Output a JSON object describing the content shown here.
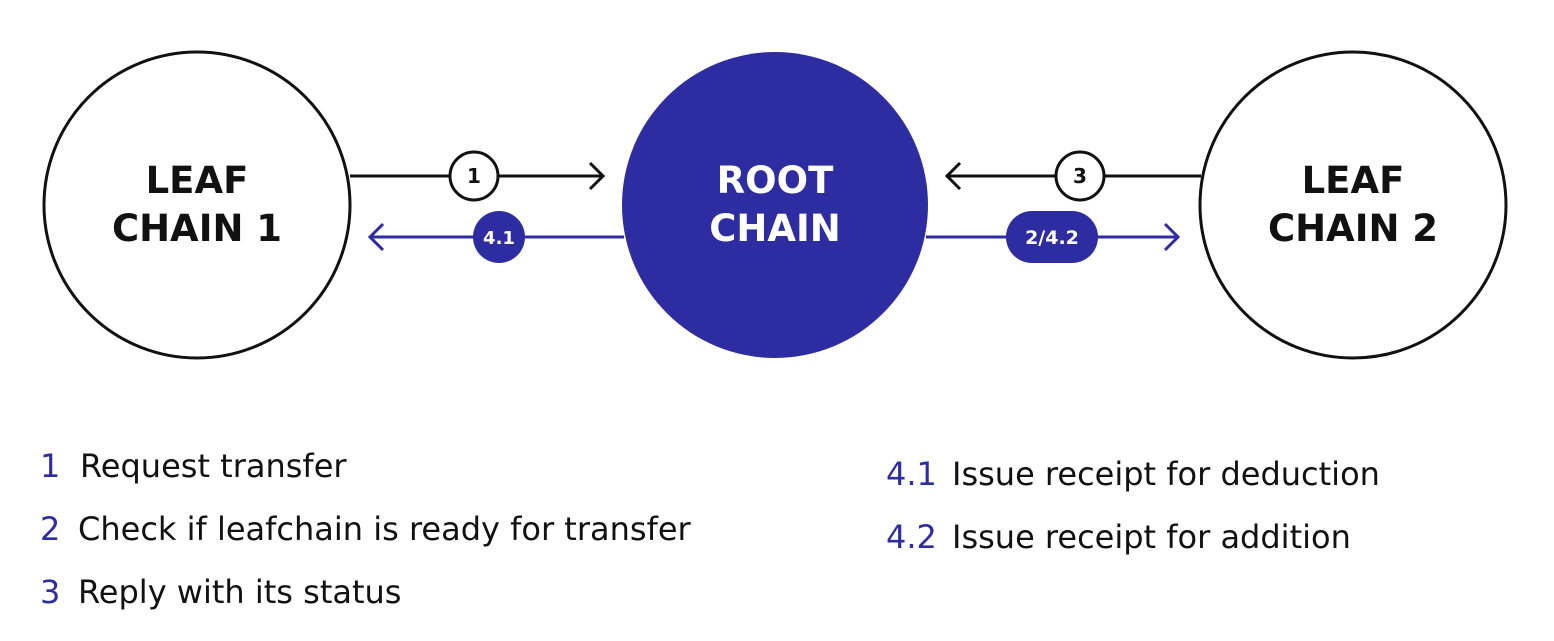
{
  "colors": {
    "accent": "#2e2ca1",
    "ink": "#111111",
    "background": "#ffffff"
  },
  "nodes": {
    "leaf1": {
      "line1": "LEAF",
      "line2": "CHAIN 1"
    },
    "root": {
      "line1": "ROOT",
      "line2": "CHAIN"
    },
    "leaf2": {
      "line1": "LEAF",
      "line2": "CHAIN 2"
    }
  },
  "badges": {
    "step1": "1",
    "step3": "3",
    "step41": "4.1",
    "step242": "2/4.2"
  },
  "legend": [
    {
      "num": "1",
      "text": "Request transfer"
    },
    {
      "num": "2",
      "text": "Check if leafchain is ready for transfer"
    },
    {
      "num": "3",
      "text": "Reply with its status"
    },
    {
      "num": "4.1",
      "text": "Issue receipt for deduction"
    },
    {
      "num": "4.2",
      "text": "Issue receipt for addition"
    }
  ]
}
